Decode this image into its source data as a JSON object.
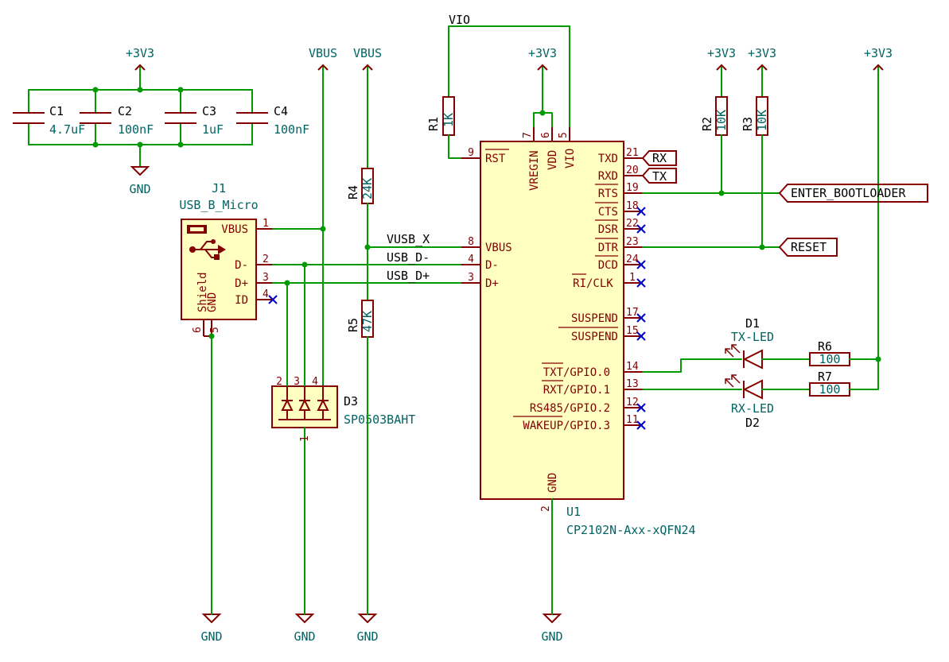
{
  "power": {
    "v33": "+3V3",
    "vbus": "VBUS",
    "gnd": "GND",
    "vio": "VIO"
  },
  "caps": [
    {
      "ref": "C1",
      "value": "4.7uF"
    },
    {
      "ref": "C2",
      "value": "100nF"
    },
    {
      "ref": "C3",
      "value": "1uF"
    },
    {
      "ref": "C4",
      "value": "100nF"
    }
  ],
  "resistors": {
    "r1": {
      "ref": "R1",
      "value": "1K"
    },
    "r2": {
      "ref": "R2",
      "value": "10K"
    },
    "r3": {
      "ref": "R3",
      "value": "10K"
    },
    "r4": {
      "ref": "R4",
      "value": "24K"
    },
    "r5": {
      "ref": "R5",
      "value": "47K"
    },
    "r6": {
      "ref": "R6",
      "value": "100"
    },
    "r7": {
      "ref": "R7",
      "value": "100"
    }
  },
  "connector": {
    "ref": "J1",
    "value": "USB_B_Micro",
    "pins": {
      "vbus": "VBUS",
      "dm": "D-",
      "dp": "D+",
      "id": "ID",
      "gnd": "GND",
      "shield": "Shield"
    },
    "nums": {
      "p1": "1",
      "p2": "2",
      "p3": "3",
      "p4": "4",
      "p5": "5",
      "p6": "6"
    }
  },
  "tvs": {
    "ref": "D3",
    "value": "SP0503BAHT",
    "nums": {
      "p1": "1",
      "p2": "2",
      "p3": "3",
      "p4": "4"
    }
  },
  "ic": {
    "ref": "U1",
    "value": "CP2102N-Axx-xQFN24",
    "pins": {
      "rst": "RST",
      "vbus": "VBUS",
      "dm": "D-",
      "dp": "D+",
      "vregin": "VREGIN",
      "vdd": "VDD",
      "vio": "VIO",
      "txd": "TXD",
      "rxd": "RXD",
      "rts": "RTS",
      "cts": "CTS",
      "dsr": "DSR",
      "dtr": "DTR",
      "dcd": "DCD",
      "ri_a": "RI",
      "ri_b": "/CLK",
      "suspend": "SUSPEND",
      "nsuspend": "SUSPEND",
      "gpio0_a": "TXT",
      "gpio0_b": "/GPIO.0",
      "gpio1_a": "RXT",
      "gpio1_b": "/GPIO.1",
      "gpio2_a": "RS485",
      "gpio2_b": "/GPIO.2",
      "gpio3_a": "WAKEUP",
      "gpio3_b": "/GPIO.3",
      "gnd": "GND"
    },
    "nums": {
      "p1": "1",
      "p2": "2",
      "p3": "3",
      "p4": "4",
      "p5": "5",
      "p6": "6",
      "p7": "7",
      "p8": "8",
      "p9": "9",
      "p11": "11",
      "p12": "12",
      "p13": "13",
      "p14": "14",
      "p15": "15",
      "p17": "17",
      "p18": "18",
      "p19": "19",
      "p20": "20",
      "p21": "21",
      "p22": "22",
      "p23": "23",
      "p24": "24"
    }
  },
  "leds": {
    "d1": {
      "ref": "D1",
      "value": "TX-LED"
    },
    "d2": {
      "ref": "D2",
      "value": "RX-LED"
    }
  },
  "nets": {
    "vusb_x": "VUSB_X",
    "usb_dm": "USB_D-",
    "usb_dp": "USB_D+"
  },
  "labels": {
    "rx": "RX",
    "tx": "TX",
    "enter_bootloader": "ENTER_BOOTLOADER",
    "reset": "RESET"
  },
  "colors": {
    "wire": "#009900",
    "body": "#840000",
    "value_text": "#006464",
    "ic_fill": "#ffffc2",
    "no_connect": "#0000cc"
  }
}
